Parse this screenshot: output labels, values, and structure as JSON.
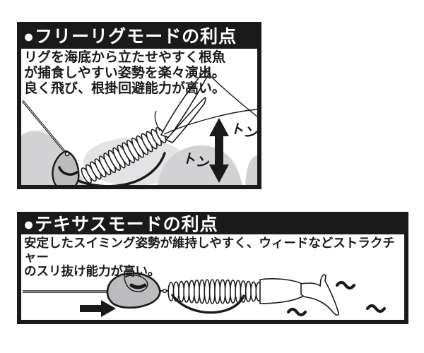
{
  "colors": {
    "ink": "#1a1a1a",
    "rock_gray": "#d2d2d4",
    "rock_light": "#e3e3e5",
    "sinker_gray": "#bcbcbe",
    "paper": "#ffffff"
  },
  "panels": [
    {
      "id": "free-rig",
      "header": "●フリーリグモードの利点",
      "body_lines": [
        "リグを海底から立たせやすく根魚",
        "が捕食しやすい姿勢を楽々演出。",
        "良く飛び、根掛回避能力が高い。"
      ],
      "labels": {
        "ton_left": "トン",
        "ton_right": "トン"
      },
      "illustration": "sinker-with-coiled-worm-standing-on-bottom, up-down-bounce-arrow"
    },
    {
      "id": "texas",
      "header": "●テキサスモードの利点",
      "body_lines": [
        "安定したスイミング姿勢が維持しやすく、ウィードなどストラクチャー",
        "のスリ抜け能力が高い。"
      ],
      "labels": {},
      "illustration": "sinker-with-swimming-shad-worm, right-swim-arrow, water-squiggles"
    }
  ]
}
